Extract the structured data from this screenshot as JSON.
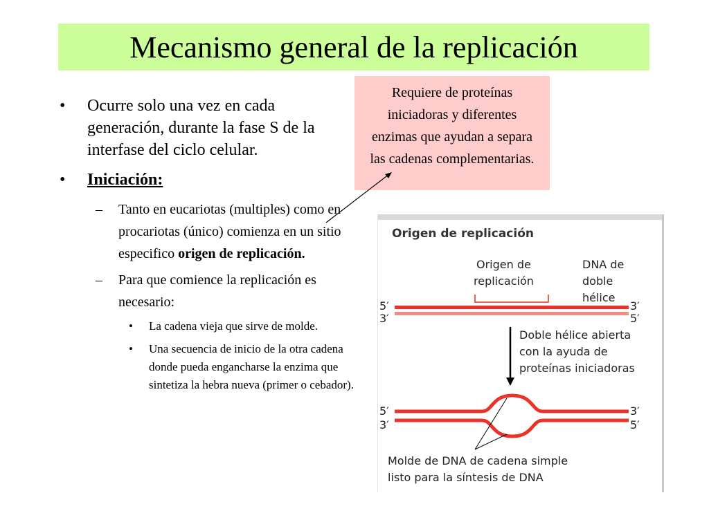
{
  "title": "Mecanismo general de la replicación",
  "callout": {
    "text": "Requiere de proteínas iniciadoras y diferentes enzimas que ayudan a separa las cadenas complementarias."
  },
  "bullets": {
    "b1": {
      "mark": "•",
      "text": "Ocurre solo una vez en cada generación, durante la fase S de la interfase del ciclo celular."
    },
    "b2": {
      "mark": "•",
      "text": "Iniciación:"
    },
    "b2_1": {
      "mark": "–",
      "text_pre": "Tanto en eucariotas (multiples) como en procariotas (único) comienza en un sitio especifico ",
      "text_bold": "origen de replicación."
    },
    "b2_2": {
      "mark": "–",
      "text": "Para que comience la replicación es necesario:"
    },
    "b2_2_1": {
      "mark": "•",
      "text": "La cadena vieja que sirve de molde."
    },
    "b2_2_2": {
      "mark": "•",
      "text": "Una secuencia de inicio de la otra cadena donde pueda engancharse la enzima que sintetiza la hebra nueva (primer o cebador)."
    }
  },
  "figure": {
    "heading": "Origen de replicación",
    "origin_label_1": "Origen de",
    "origin_label_2": "replicación",
    "dna_label_1": "DNA de",
    "dna_label_2": "doble",
    "dna_label_3": "hélice",
    "step_1": "Doble hélice abierta",
    "step_2": "con la ayuda de",
    "step_3": "proteínas iniciadoras",
    "bottom_1": "Molde de DNA de cadena simple",
    "bottom_2": "listo para la síntesis de DNA",
    "five_prime": "5′",
    "three_prime": "3′",
    "colors": {
      "strand": "#e8322a",
      "strand_light": "#f48a82"
    }
  },
  "colors": {
    "title_bg": "#ccff99",
    "callout_bg": "#ffcccc"
  }
}
